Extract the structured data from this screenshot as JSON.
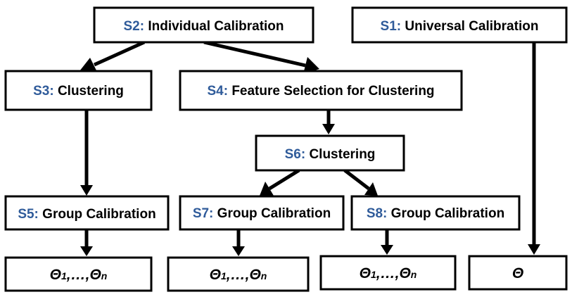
{
  "colors": {
    "step_id": "#2f5b9a",
    "text": "#000000",
    "stroke": "#000000",
    "background": "#ffffff"
  },
  "nodes": {
    "s2": {
      "id": "S2:",
      "label": "Individual Calibration"
    },
    "s1": {
      "id": "S1:",
      "label": "Universal Calibration"
    },
    "s3": {
      "id": "S3:",
      "label": "Clustering"
    },
    "s4": {
      "id": "S4:",
      "label": "Feature Selection for Clustering"
    },
    "s6": {
      "id": "S6:",
      "label": "Clustering"
    },
    "s5": {
      "id": "S5:",
      "label": "Group Calibration"
    },
    "s7": {
      "id": "S7:",
      "label": "Group Calibration"
    },
    "s8": {
      "id": "S8:",
      "label": "Group Calibration"
    }
  },
  "outputs": {
    "out5": {
      "symbol": "Θ",
      "first_sub": "1",
      "sep": ",…,",
      "last_sub": "n"
    },
    "out7": {
      "symbol": "Θ",
      "first_sub": "1",
      "sep": ",…,",
      "last_sub": "n"
    },
    "out8": {
      "symbol": "Θ",
      "first_sub": "1",
      "sep": ",…,",
      "last_sub": "n"
    },
    "out1": {
      "symbol": "Θ"
    }
  }
}
